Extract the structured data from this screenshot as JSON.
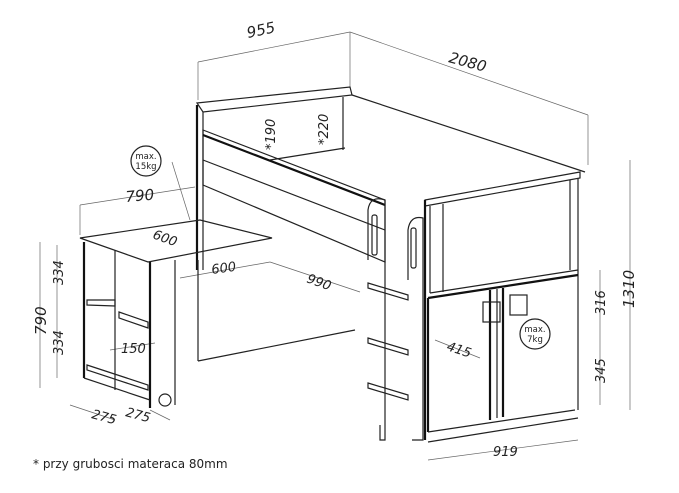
{
  "dimensions": {
    "bed_width": "955",
    "bed_length": "2080",
    "mattress_guard_1": "*190",
    "mattress_guard_2": "*220",
    "desk_length": "790",
    "desk_depth_top": "600",
    "desk_depth_under": "600",
    "desk_extension": "990",
    "desk_height": "790",
    "shelf_upper": "334",
    "shelf_lower": "334",
    "shelf_depth": "150",
    "shelf_width_1": "275",
    "shelf_width_2": "275",
    "cabinet_depth": "415",
    "cabinet_upper": "316",
    "cabinet_lower": "345",
    "total_height": "1310",
    "cabinet_width": "919"
  },
  "load_labels": {
    "desk": {
      "line1": "max.",
      "line2": "15kg"
    },
    "cabinet": {
      "line1": "max.",
      "line2": "7kg"
    }
  },
  "footnote": "* przy grubosci materaca 80mm"
}
